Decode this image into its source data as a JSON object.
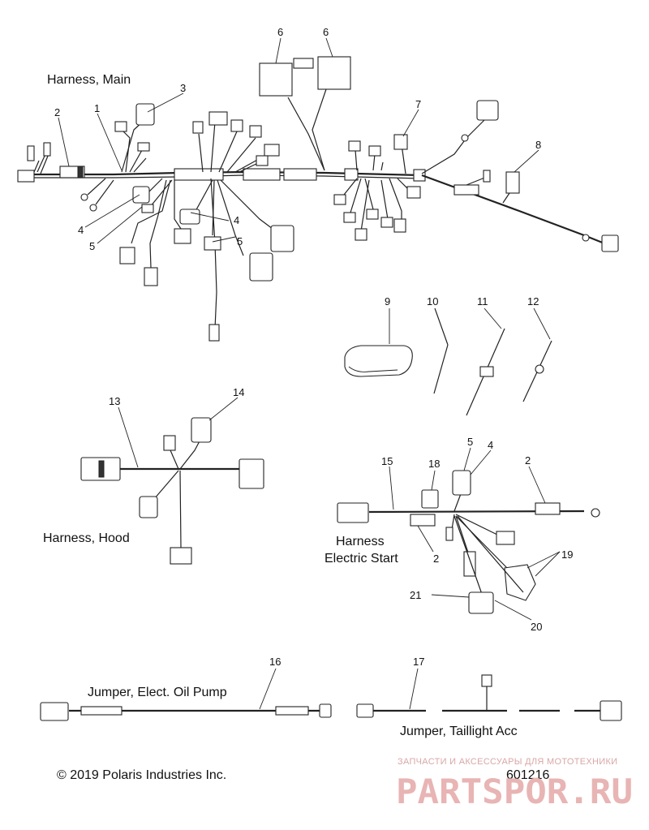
{
  "titles": {
    "harness_main": "Harness, Main",
    "harness_hood": "Harness, Hood",
    "harness_electric_start_line1": "Harness",
    "harness_electric_start_line2": "Electric Start",
    "jumper_oil_pump": "Jumper, Elect. Oil Pump",
    "jumper_taillight": "Jumper, Taillight Acc"
  },
  "callouts": {
    "main": [
      "1",
      "2",
      "3",
      "4",
      "4",
      "5",
      "5",
      "6",
      "6",
      "7",
      "8"
    ],
    "accessories": [
      "9",
      "10",
      "11",
      "12"
    ],
    "hood": [
      "13",
      "14"
    ],
    "electric_start": [
      "15",
      "18",
      "5",
      "4",
      "2",
      "2",
      "19",
      "21",
      "20"
    ],
    "jumpers": [
      "16",
      "17"
    ]
  },
  "footer": {
    "copyright": "© 2019 Polaris Industries Inc.",
    "drawing_number": "601216"
  },
  "watermark": {
    "tagline": "ЗАПЧАСТИ И АКСЕССУАРЫ ДЛЯ МОТОТЕХНИКИ",
    "brand": "PARTSPOR.RU",
    "color": "#e8b4b4"
  }
}
